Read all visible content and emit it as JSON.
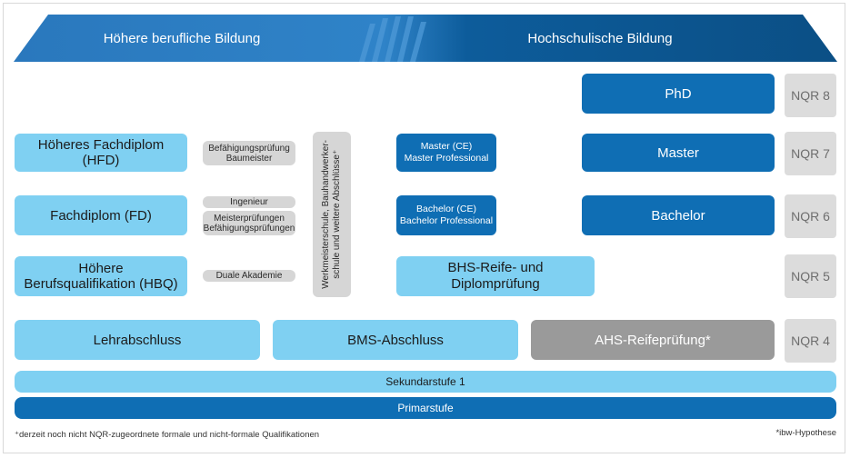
{
  "header": {
    "left_title": "Höhere berufliche Bildung",
    "right_title": "Hochschulische Bildung"
  },
  "nqr": [
    "NQR 8",
    "NQR 7",
    "NQR 6",
    "NQR 5",
    "NQR 4"
  ],
  "left_boxes": {
    "hfd": "Höheres Fachdiplom\n(HFD)",
    "fd": "Fachdiplom (FD)",
    "hbq": "Höhere\nBerufsqualifikation (HBQ)"
  },
  "pills": {
    "baumeister": "Befähigungsprüfung\nBaumeister",
    "ingenieur": "Ingenieur",
    "meister": "Meisterprüfungen\nBefähigungsprüfungen",
    "duale": "Duale Akademie"
  },
  "vertical_label": "Werkmeisterschule, Bauhandwerker-\nschule und weitere Abschlüsse⁺",
  "middle": {
    "master_ce": "Master (CE)\nMaster Professional",
    "bachelor_ce": "Bachelor (CE)\nBachelor Professional",
    "bhs": "BHS-Reife- und\nDiplomprüfung"
  },
  "right": {
    "phd": "PhD",
    "master": "Master",
    "bachelor": "Bachelor"
  },
  "nqr4_row": {
    "lehr": "Lehrabschluss",
    "bms": "BMS-Abschluss",
    "ahs": "AHS-Reifeprüfung*"
  },
  "sekundar": "Sekundarstufe 1",
  "primar": "Primarstufe",
  "footnote_left": "⁺derzeit noch nicht NQR-zugeordnete formale und nicht-formale Qualifikationen",
  "footnote_right": "*ibw-Hypothese",
  "colors": {
    "light": "#7fd0f2",
    "dark": "#0f6eb4",
    "grey": "#9a9a9a",
    "header_left": "#2f7fc4",
    "header_right": "#0b4f85"
  }
}
